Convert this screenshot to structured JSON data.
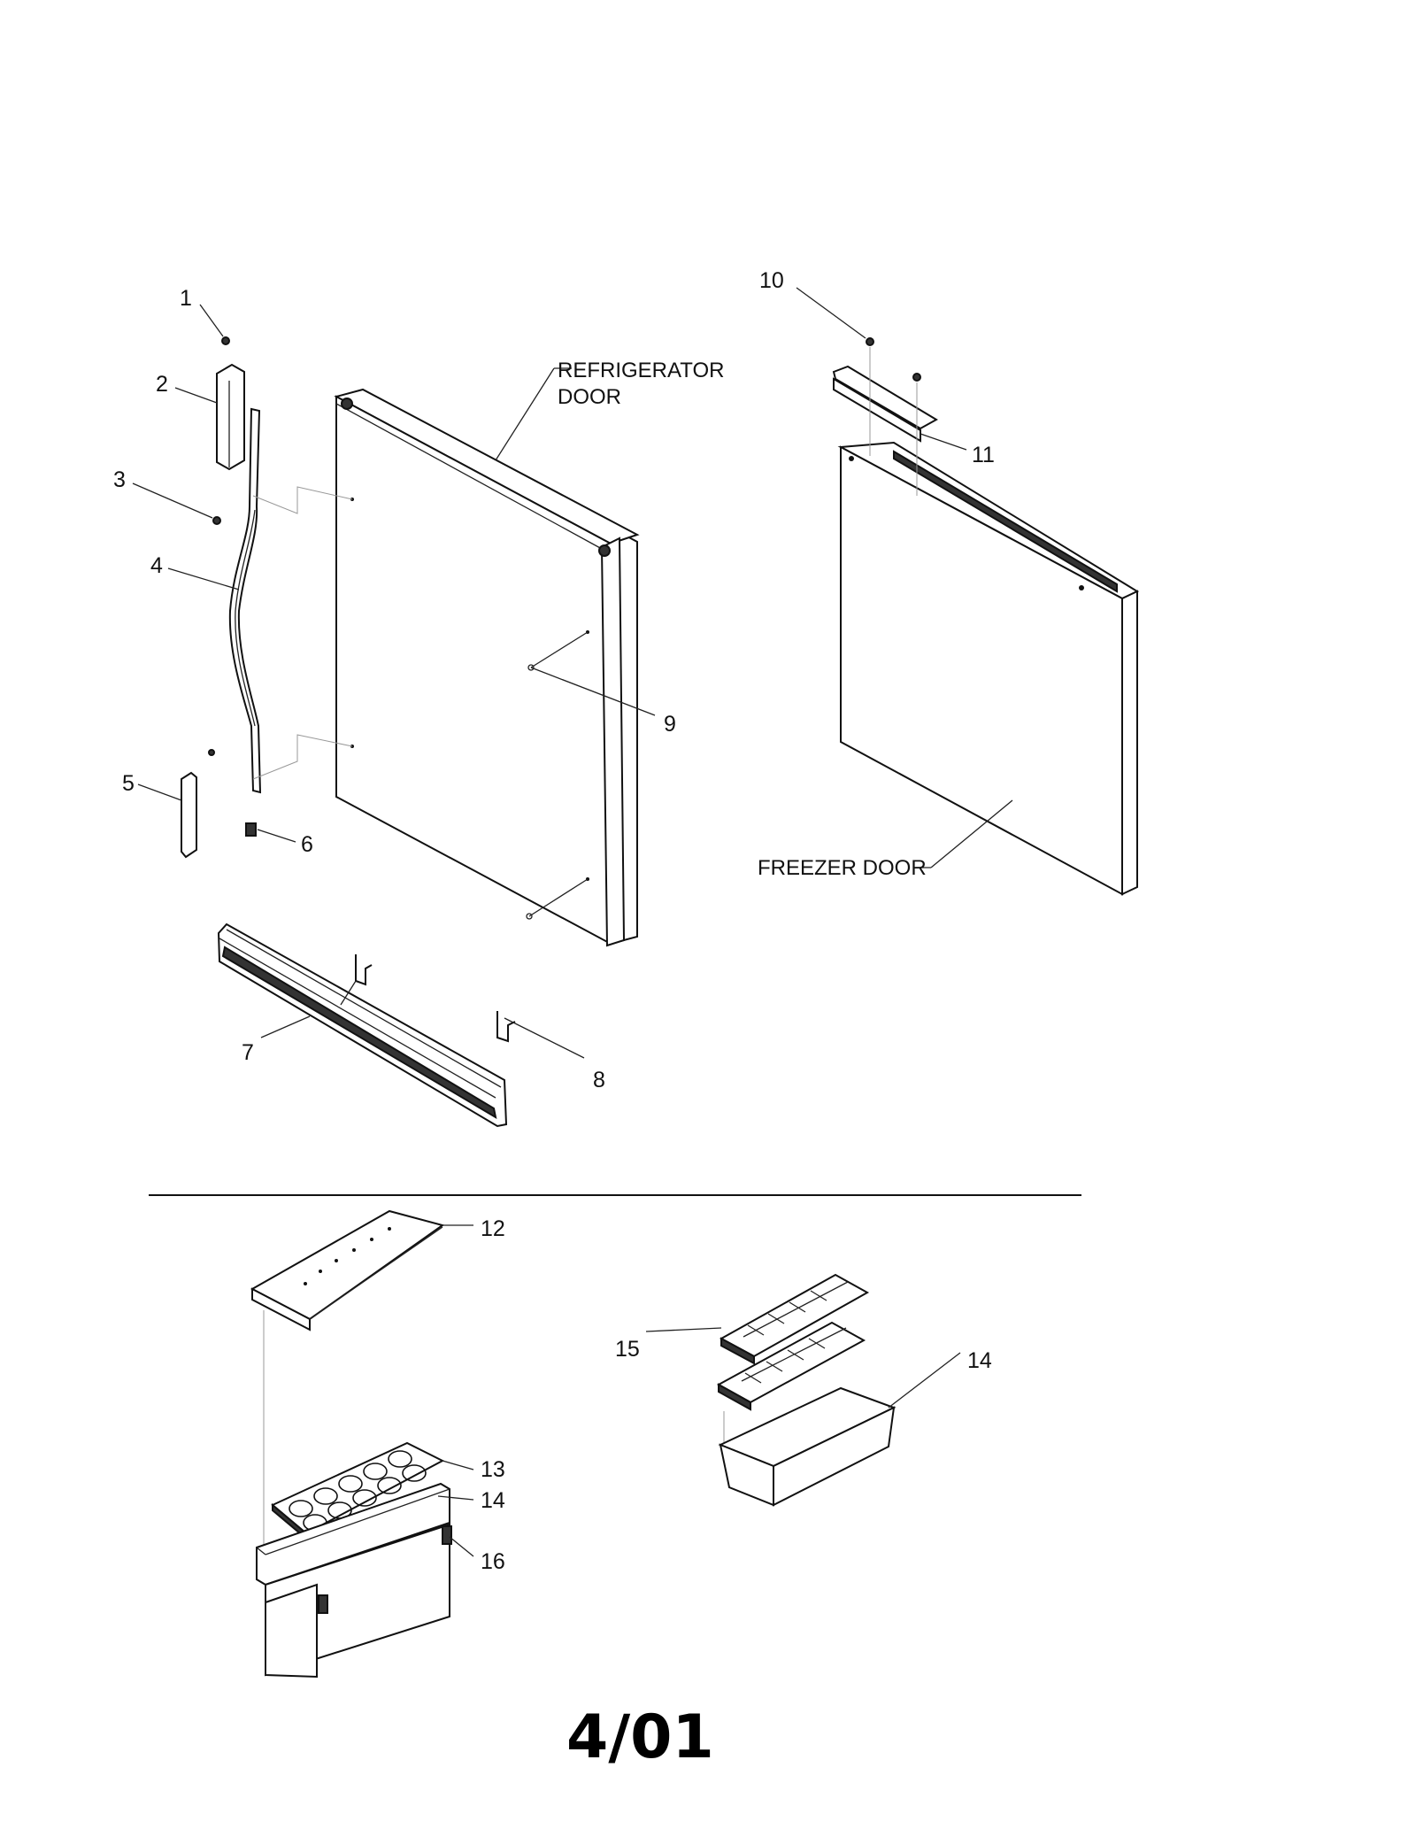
{
  "callouts": {
    "c1": "1",
    "c2": "2",
    "c3": "3",
    "c4": "4",
    "c5": "5",
    "c6": "6",
    "c7": "7",
    "c8": "8",
    "c9": "9",
    "c10": "10",
    "c11": "11",
    "c12": "12",
    "c13": "13",
    "c14a": "14",
    "c14b": "14",
    "c15": "15",
    "c16": "16"
  },
  "labels": {
    "refrigerator_door_line1": "REFRIGERATOR",
    "refrigerator_door_line2": "DOOR",
    "freezer_door": "FREEZER DOOR"
  },
  "footer": {
    "date_code": "4/01"
  }
}
